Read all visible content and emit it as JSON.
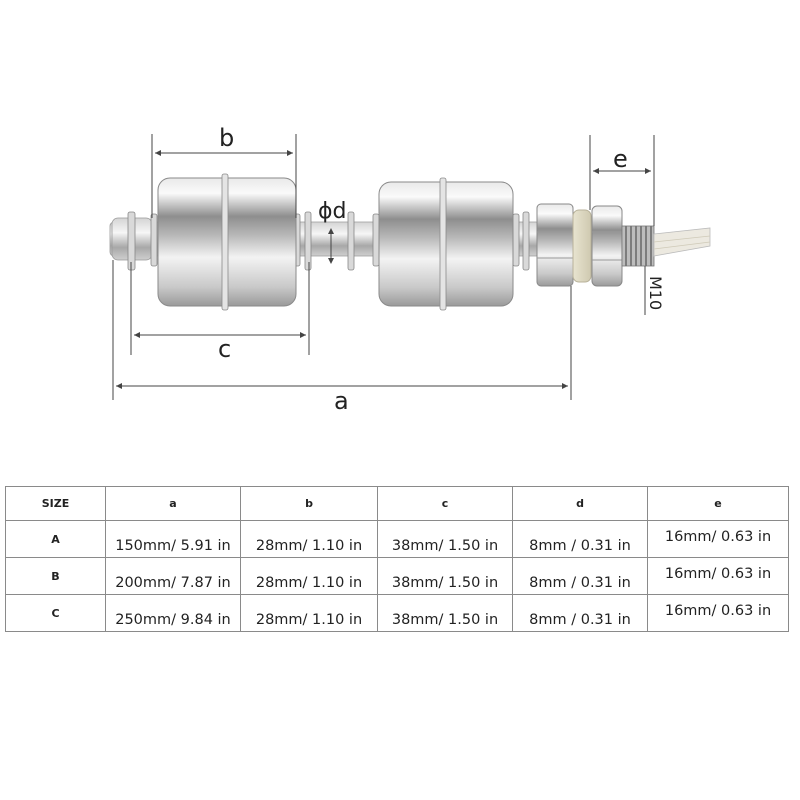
{
  "diagram": {
    "labels": {
      "a": "a",
      "b": "b",
      "c": "c",
      "d": "ϕd",
      "e": "e",
      "thread": "M10"
    }
  },
  "table": {
    "headers": [
      "SIZE",
      "a",
      "b",
      "c",
      "d",
      "e"
    ],
    "rows": [
      {
        "size": "A",
        "a": "150mm/ 5.91 in",
        "b": "28mm/  1.10 in",
        "c": "38mm/  1.50 in",
        "d": "8mm  /  0.31 in",
        "e": "16mm/  0.63 in"
      },
      {
        "size": "B",
        "a": "200mm/ 7.87 in",
        "b": "28mm/  1.10 in",
        "c": "38mm/  1.50 in",
        "d": "8mm  /  0.31 in",
        "e": "16mm/  0.63 in"
      },
      {
        "size": "C",
        "a": "250mm/ 9.84 in",
        "b": "28mm/  1.10 in",
        "c": "38mm/  1.50 in",
        "d": "8mm  /  0.31 in",
        "e": "16mm/  0.63 in"
      }
    ]
  }
}
